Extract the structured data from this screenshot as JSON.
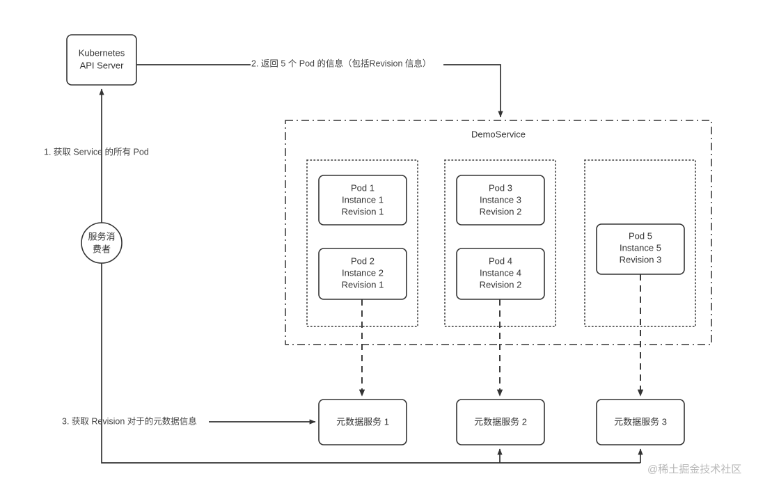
{
  "diagram": {
    "title": "Kubernetes Service Pod Revision Metadata Flow",
    "watermark": "@稀土掘金技术社区",
    "colors": {
      "stroke": "#333333",
      "text": "#333333",
      "background": "#ffffff",
      "watermark": "#b9b9b9"
    }
  },
  "nodes": {
    "api_server": {
      "line1": "Kubernetes",
      "line2": "API Server"
    },
    "consumer": {
      "line1": "服务消",
      "line2": "费者"
    },
    "service_container": {
      "label": "DemoService"
    },
    "pods": [
      {
        "name": "Pod 1",
        "instance": "Instance 1",
        "revision": "Revision 1"
      },
      {
        "name": "Pod 2",
        "instance": "Instance 2",
        "revision": "Revision 1"
      },
      {
        "name": "Pod 3",
        "instance": "Instance 3",
        "revision": "Revision 2"
      },
      {
        "name": "Pod 4",
        "instance": "Instance 4",
        "revision": "Revision 2"
      },
      {
        "name": "Pod 5",
        "instance": "Instance 5",
        "revision": "Revision 3"
      }
    ],
    "metadata_services": [
      {
        "label": "元数据服务 1"
      },
      {
        "label": "元数据服务 2"
      },
      {
        "label": "元数据服务 3"
      }
    ]
  },
  "edges": {
    "step1": "1. 获取 Service 的所有 Pod",
    "step2": "2. 返回 5 个 Pod 的信息（包括Revision 信息）",
    "step3": "3. 获取 Revision 对于的元数据信息"
  }
}
